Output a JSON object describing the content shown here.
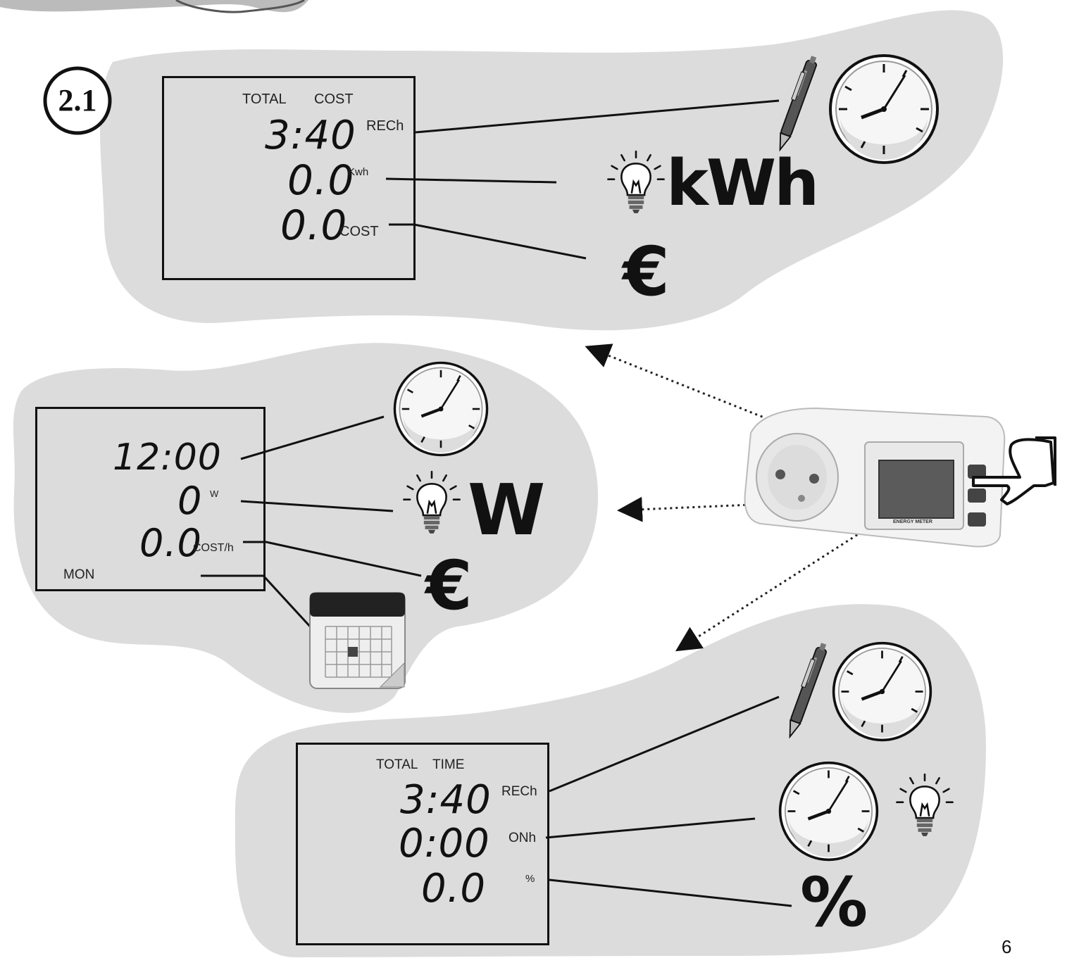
{
  "section_badge": "2.1",
  "page_number": "6",
  "panel_top": {
    "header_left": "TOTAL",
    "header_right": "COST",
    "row1_value": "3:40",
    "row1_unit": "RECh",
    "row2_value": "0.0",
    "row2_unit": "Kwh",
    "row3_value": "0.0",
    "row3_unit": "COST",
    "legend_energy": "kWh",
    "legend_currency": "€"
  },
  "panel_middle": {
    "row1_value": "12:00",
    "row2_value": "0",
    "row2_unit": "W",
    "row3_value": "0.0",
    "row3_unit": "COST/h",
    "day": "MON",
    "legend_power": "W",
    "legend_currency": "€"
  },
  "panel_bottom": {
    "header_left": "TOTAL",
    "header_right": "TIME",
    "row1_value": "3:40",
    "row1_unit": "RECh",
    "row2_value": "0:00",
    "row2_unit": "ONh",
    "row3_value": "0.0",
    "row3_unit": "%",
    "legend_percent": "%"
  },
  "device": {
    "label": "ENERGY METER"
  },
  "icons": [
    "clock-icon",
    "pen-icon",
    "lightbulb-icon",
    "calendar-icon",
    "hand-pointer-icon",
    "energy-meter-device",
    "arrow-icon"
  ]
}
